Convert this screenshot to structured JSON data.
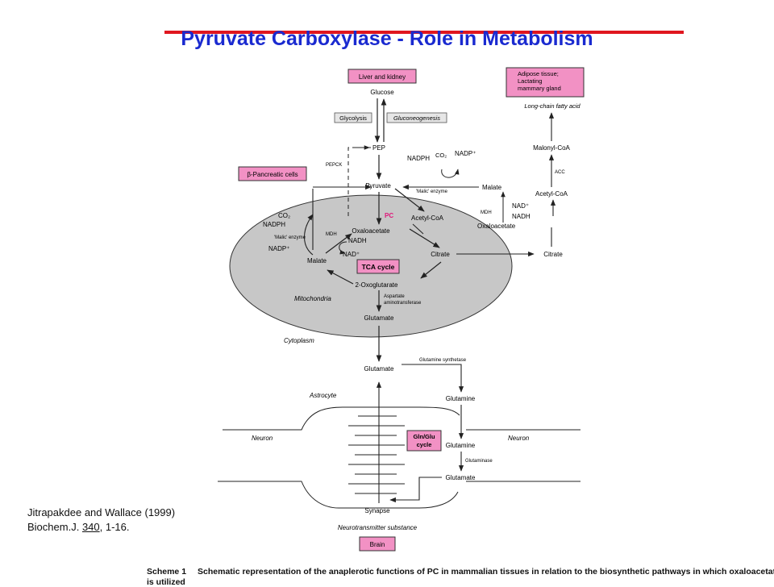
{
  "slide": {
    "title": "Pyruvate Carboxylase - Role in Metabolism"
  },
  "boxes": {
    "liver": "Liver and kidney",
    "adipose": [
      "Adipose tissue;",
      "Lactating",
      "mammary gland"
    ],
    "beta": "β-Pancreatic cells",
    "pc": "PC",
    "tca": "TCA cycle",
    "glnglu": [
      "Gln/Glu",
      "cycle"
    ],
    "brain": "Brain"
  },
  "metabolites": {
    "glucose": "Glucose",
    "glycolysis": "Glycolysis",
    "gluconeogenesis": "Gluconeogenesis",
    "pep": "PEP",
    "pepck": "PEPCK",
    "pyruvate": "Pyruvate",
    "oxaloacetate_mito": "Oxaloacetate",
    "acetylcoa_mito": "Acetyl-CoA",
    "citrate_mito": "Citrate",
    "malate_mito": "Malate",
    "oxoglutarate": "2-Oxoglutarate",
    "glutamate_mito": "Glutamate",
    "aspartate_at": [
      "Aspartate",
      "aminotransferase"
    ],
    "co2_left": "CO₂",
    "nadph_left": "NADPH",
    "malic_left": "'Malic' enzyme",
    "nadp_left": "NADP⁺",
    "mdh_left": "MDH",
    "nadh_left": "NADH",
    "nad_left": "NAD⁺",
    "mitochondria": "Mitochondria",
    "cytoplasm": "Cytoplasm",
    "nadph_right": "NADPH",
    "co2_right": "CO₂",
    "nadp_right": "NADP⁺",
    "malic_right": "'Malic' enzyme",
    "malate_right": "Malate",
    "nad_right": "NAD⁺",
    "mdh_right": "MDH",
    "nadh_right": "NADH",
    "oxaloacetate_right": "Oxaloacetate",
    "acetylcoa_right": "Acetyl-CoA",
    "acc": "ACC",
    "malonylcoa": "Malonyl-CoA",
    "lcfa": "Long-chain fatty acid",
    "citrate_right": "Citrate",
    "glutamate_astro": "Glutamate",
    "gln_synthetase": "Glutamine synthetase",
    "glutamine_astro": "Glutamine",
    "astrocyte": "Astrocyte",
    "neuron_left": "Neuron",
    "neuron_right": "Neuron",
    "glutamine_neuron": "Glutamine",
    "glutaminase": "Glutaminase",
    "glutamate_neuron": "Glutamate",
    "synapse": "Synapse",
    "neurotransmitter": "Neurotransmitter substance"
  },
  "citation": {
    "line1": "Jitrapakdee and Wallace (1999)",
    "journal": "Biochem.J.",
    "volume": "340",
    "pages": ", 1-16."
  },
  "caption": {
    "lead": "Scheme 1",
    "text": "Schematic representation of the anaplerotic functions of PC in mammalian tissues in relation to the biosynthetic pathways in which oxaloacetate",
    "line2": "is utilized"
  },
  "colors": {
    "title": "#1a2ad0",
    "title_rule": "#e0161f",
    "pink_box": "#f291c4",
    "mitochondria_fill": "#c7c7c7",
    "pc_label": "#e0167a"
  }
}
